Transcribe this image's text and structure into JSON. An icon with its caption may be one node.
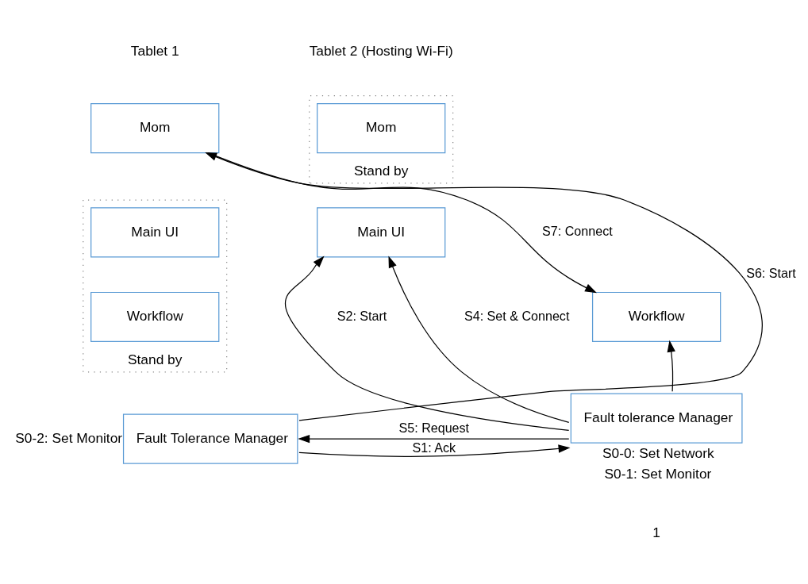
{
  "diagram": {
    "nodes": [
      {
        "text": [
          "Mom"
        ]
      },
      {
        "text": [
          "Stand by"
        ]
      },
      {
        "text": [
          "Main UI"
        ],
        "in": 1
      },
      {
        "text": [
          "Workflow"
        ],
        "in": 1
      },
      {
        "text": [
          "Fault Tolerance Manager"
        ],
        "beside": [
          "S0-2: Set Monitor"
        ]
      },
      {
        "text": [
          "Stand by"
        ]
      },
      {
        "text": [
          "Mom"
        ],
        "in": 5
      },
      {
        "text": [
          "Main UI"
        ]
      },
      {
        "text": [
          "Workflow"
        ]
      },
      {
        "text": [
          "Fault tolerance Manager"
        ],
        "beside": [
          "S0-0: Set Network",
          "S0-1: Set Monitor"
        ]
      }
    ],
    "edges": [
      {
        "from": 4,
        "to": 0,
        "arrow": "to",
        "label": "S6: Start"
      },
      {
        "from": 0,
        "to": 8,
        "arrow": "to",
        "label": "S7: Connect"
      },
      {
        "from": 4,
        "to": 9,
        "arrow": "to",
        "label": "S1: Ack"
      },
      {
        "from": 9,
        "to": 4,
        "arrow": "to",
        "label": "S5: Request"
      },
      {
        "from": 9,
        "to": 7,
        "arrow": "to",
        "label": "S2: Start"
      },
      {
        "from": 9,
        "to": 7,
        "arrow": "to",
        "label": "S4: Set & Connect"
      },
      {
        "from": 9,
        "to": 8,
        "arrow": "to"
      }
    ],
    "labels": [
      "Tablet 1",
      "Tablet 2 (Hosting Wi-Fi)",
      "1"
    ]
  }
}
